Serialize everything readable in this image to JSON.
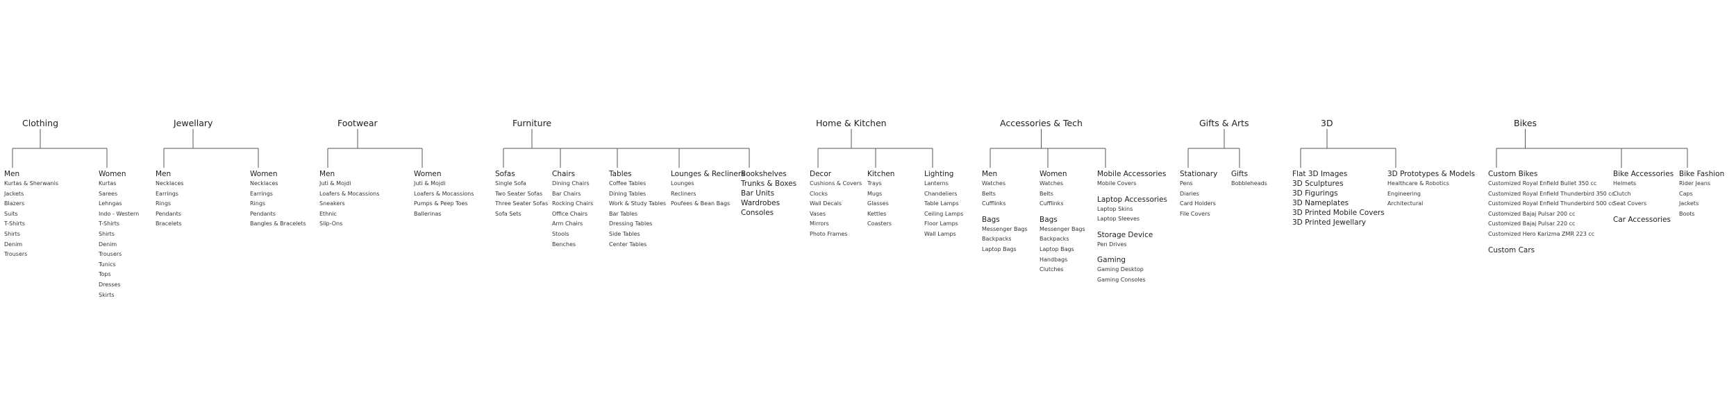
{
  "categories": [
    {
      "title": "Clothing",
      "columns": [
        {
          "groups": [
            {
              "head": "Men",
              "items": [
                "Kurtas & Sherwanis",
                "Jackets",
                "Blazers",
                "Suits",
                "T-Shirts",
                "Shirts",
                "Denim",
                "Trousers"
              ]
            }
          ]
        },
        {
          "groups": [
            {
              "head": "Women",
              "items": [
                "Kurtas",
                "Sarees",
                "Lehngas",
                "Indo - Western",
                "T-Shirts",
                "Shirts",
                "Denim",
                "Trousers",
                "Tunics",
                "Tops",
                "Dresses",
                "Skirts"
              ]
            }
          ]
        }
      ]
    },
    {
      "title": "Jewellary",
      "columns": [
        {
          "groups": [
            {
              "head": "Men",
              "items": [
                "Necklaces",
                "Earrings",
                "Rings",
                "Pendants",
                "Bracelets"
              ]
            }
          ]
        },
        {
          "groups": [
            {
              "head": "Women",
              "items": [
                "Necklaces",
                "Earrings",
                "Rings",
                "Pendants",
                "Bangles & Bracelets"
              ]
            }
          ]
        }
      ]
    },
    {
      "title": "Footwear",
      "columns": [
        {
          "groups": [
            {
              "head": "Men",
              "items": [
                "Juti & Mojdi",
                "Loafers & Mocassions",
                "Sneakers",
                "Ethnic",
                "Slip-Ons"
              ]
            }
          ]
        },
        {
          "groups": [
            {
              "head": "Women",
              "items": [
                "Juti & Mojdi",
                "Loafers & Mocassions",
                "Pumps & Peep Toes",
                "Ballerinas"
              ]
            }
          ]
        }
      ]
    },
    {
      "title": "Furniture",
      "columns": [
        {
          "groups": [
            {
              "head": "Sofas",
              "items": [
                "Single Sofa",
                "Two Seater Sofas",
                "Three Seater Sofas",
                "Sofa Sets"
              ]
            }
          ]
        },
        {
          "groups": [
            {
              "head": "Chairs",
              "items": [
                "Dining Chairs",
                "Bar Chairs",
                "Rocking Chairs",
                "Office Chairs",
                "Arm Chairs",
                "Stools",
                "Benches"
              ]
            }
          ]
        },
        {
          "groups": [
            {
              "head": "Tables",
              "items": [
                "Coffee Tables",
                "Dining Tables",
                "Work & Study Tables",
                "Bar Tables",
                "Dressing Tables",
                "Side Tables",
                "Center Tables"
              ]
            }
          ]
        },
        {
          "groups": [
            {
              "head": "Lounges & Recliners",
              "items": [
                "Lounges",
                "Recliners",
                "Poufees & Bean Bags"
              ]
            }
          ]
        },
        {
          "bold": [
            "Bookshelves",
            "Trunks & Boxes",
            "Bar Units",
            "Wardrobes",
            "Consoles"
          ]
        }
      ]
    },
    {
      "title": "Home & Kitchen",
      "columns": [
        {
          "groups": [
            {
              "head": "Decor",
              "items": [
                "Cushions & Covers",
                "Clocks",
                "Wall Decals",
                "Vases",
                "Mirrors",
                "Photo Frames"
              ]
            }
          ]
        },
        {
          "groups": [
            {
              "head": "Kitchen",
              "items": [
                "Trays",
                "Mugs",
                "Glasses",
                "Kettles",
                "Coasters"
              ]
            }
          ]
        },
        {
          "groups": [
            {
              "head": "Lighting",
              "items": [
                "Lanterns",
                "Chandeliers",
                "Table Lamps",
                "Ceiling Lamps",
                "Floor Lamps",
                "Wall Lamps"
              ]
            }
          ]
        }
      ]
    },
    {
      "title": "Accessories & Tech",
      "columns": [
        {
          "groups": [
            {
              "head": "Men",
              "items": [
                "Watches",
                "Belts",
                "Cufflinks"
              ]
            },
            {
              "head": "Bags",
              "items": [
                "Messenger Bags",
                "Backpacks",
                "Laptop Bags"
              ]
            }
          ]
        },
        {
          "groups": [
            {
              "head": "Women",
              "items": [
                "Watches",
                "Belts",
                "Cufflinks"
              ]
            },
            {
              "head": "Bags",
              "items": [
                "Messenger Bags",
                "Backpacks",
                "Laptop Bags",
                "Handbags",
                "Clutches"
              ]
            }
          ]
        },
        {
          "groups": [
            {
              "head": "Mobile Accessories",
              "items": [
                "Mobile Covers"
              ]
            },
            {
              "head": "Laptop Accessories",
              "items": [
                "Laptop Skins",
                "Laptop Sleeves"
              ]
            },
            {
              "head": "Storage Device",
              "items": [
                "Pen Drives"
              ]
            },
            {
              "head": "Gaming",
              "items": [
                "Gaming Desktop",
                "Gaming Consoles"
              ]
            }
          ]
        }
      ]
    },
    {
      "title": "Gifts & Arts",
      "columns": [
        {
          "groups": [
            {
              "head": "Stationary",
              "items": [
                "Pens",
                "Diaries",
                "Card Holders",
                "File Covers"
              ]
            }
          ]
        },
        {
          "groups": [
            {
              "head": "Gifts",
              "items": [
                "Bobbleheads"
              ]
            }
          ]
        }
      ]
    },
    {
      "title": "3D",
      "columns": [
        {
          "bold": [
            "Flat 3D Images",
            "3D Sculptures",
            "3D Figurings",
            "3D Nameplates",
            "3D Printed Mobile Covers",
            "3D Printed Jewellary"
          ]
        },
        {
          "groups": [
            {
              "head": "3D Prototypes & Models",
              "items": [
                "Healthcare & Robotics",
                "Engineering",
                "Architectural"
              ]
            }
          ]
        }
      ]
    },
    {
      "title": "Bikes",
      "columns": [
        {
          "groups": [
            {
              "head": "Custom Bikes",
              "items": [
                "Customized Royal Enfield Bullet 350 cc",
                "Customized Royal Enfield Thunderbird 350 cc",
                "Customized Royal Enfield Thunderbird 500 cc",
                "Customized Bajaj Pulsar 200 cc",
                "Customized Bajaj Pulsar 220 cc",
                "Customized Hero Karizma ZMR 223 cc"
              ]
            },
            {
              "head": "Custom Cars",
              "items": []
            }
          ]
        },
        {
          "groups": [
            {
              "head": "Bike Accessories",
              "items": [
                "Helmets",
                "Clutch",
                "Seat Covers"
              ]
            },
            {
              "head": "Car Accessories",
              "items": []
            }
          ]
        },
        {
          "groups": [
            {
              "head": "Bike Fashion",
              "items": [
                "Rider Jeans",
                "Caps",
                "Jackets",
                "Boots"
              ]
            }
          ]
        }
      ]
    }
  ]
}
